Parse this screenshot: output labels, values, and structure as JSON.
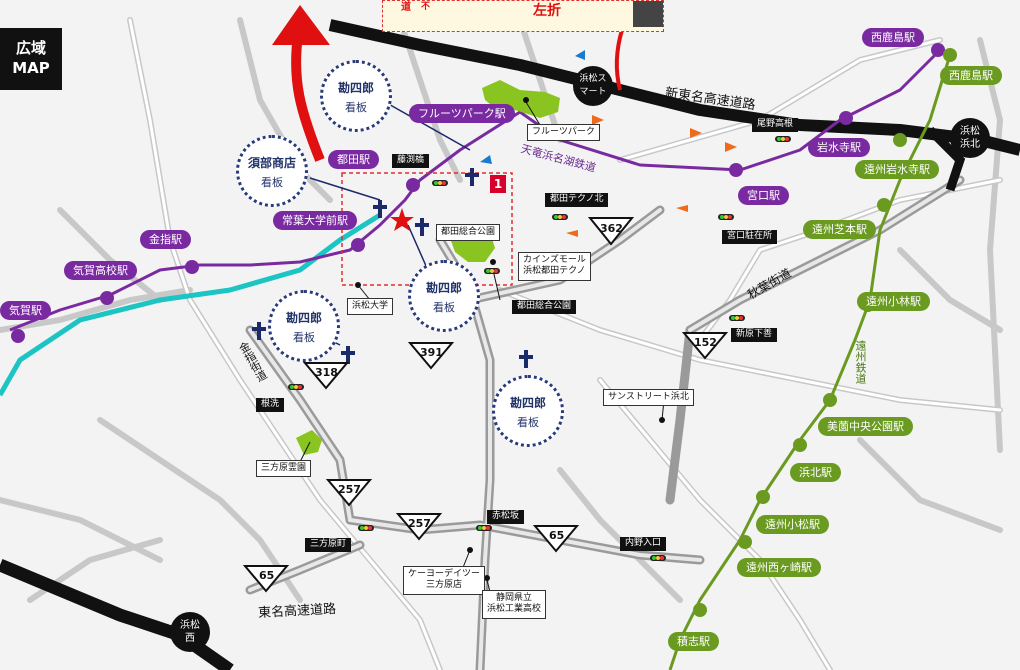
{
  "title_lines": [
    "広域",
    "MAP"
  ],
  "banner": {
    "left": "道",
    "left2": "不",
    "right": "左折"
  },
  "project_number": "1",
  "interchanges": {
    "smart": "浜松スマート",
    "hamakita": "浜松浜北",
    "nishi": "浜松西"
  },
  "highways": {
    "shin_tomei": "新東名高速道路",
    "tomei": "東名高速道路",
    "tenryu_railway": "天竜浜名湖鉄道",
    "akiha": "秋葉街道",
    "ensyu_railway": "遠州鉄道",
    "kanzan": "金指街道"
  },
  "stations_purple": [
    "西鹿島駅",
    "フルーツパーク駅",
    "都田駅",
    "岩水寺駅",
    "宮口駅",
    "常葉大学前駅",
    "金指駅",
    "気賀高校駅",
    "気賀駅"
  ],
  "stations_green": [
    "西鹿島駅",
    "遠州岩水寺駅",
    "遠州芝本駅",
    "遠州小林駅",
    "美薗中央公園駅",
    "浜北駅",
    "遠州小松駅",
    "遠州西ヶ崎駅",
    "積志駅"
  ],
  "signals": {
    "fujiwara": "藤渕橋",
    "obino": "尾野高根",
    "miyakoda_techno": "都田テクノ北",
    "miyaguchi": "宮口駐在所",
    "shinhara": "新原下善",
    "nearai": "根洗",
    "mikatahara_town": "三方原町",
    "akamatsu": "赤松坂",
    "uchino": "内野入口",
    "miyakoda_park_sig": "都田総合公園"
  },
  "places": {
    "fruit_park": "フルーツパーク",
    "miyakoda_park": "都田総合公園",
    "cainz": "カインズモール\n浜松都田テクノ",
    "hamamatsu_univ": "浜松大学",
    "sunstreet": "サンストリート浜北",
    "mikatahara_cem": "三方原霊園",
    "k2": "ケーヨーデイツー\n三方原店",
    "school": "静岡県立\n浜松工業高校"
  },
  "signboards": [
    {
      "name": "勘四郎",
      "sub": "看板"
    },
    {
      "name": "須部商店",
      "sub": "看板"
    },
    {
      "name": "勘四郎",
      "sub": "看板"
    },
    {
      "name": "勘四郎",
      "sub": "看板"
    },
    {
      "name": "勘四郎",
      "sub": "看板"
    }
  ],
  "routes": [
    "362",
    "152",
    "391",
    "318",
    "257",
    "257",
    "65",
    "65"
  ],
  "colors": {
    "tenryu": "#7a2aa0",
    "ensyu": "#6a9a20",
    "river": "#1cc4c4",
    "expressway": "#111111",
    "arrow": "#e01010",
    "highlight": "#e03030"
  }
}
